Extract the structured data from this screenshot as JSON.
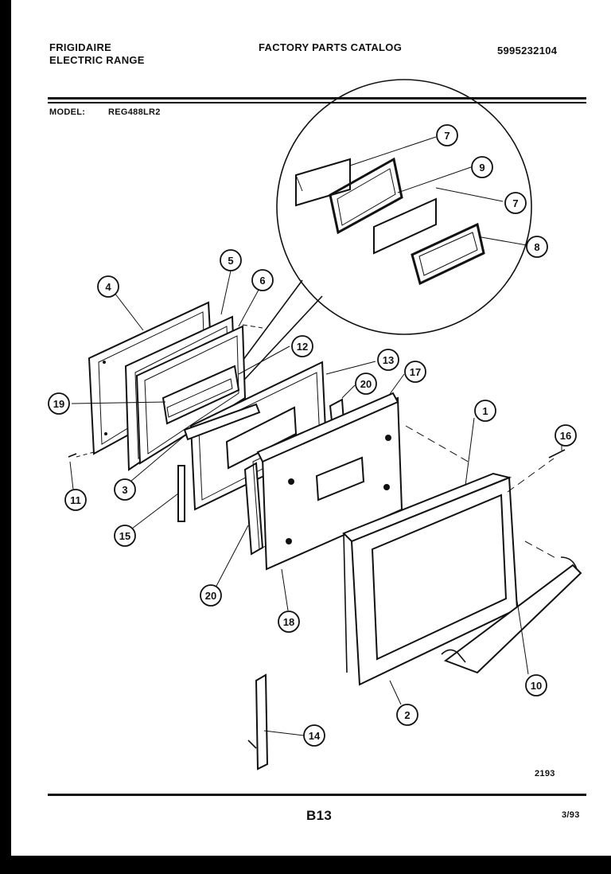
{
  "header": {
    "brand": "FRIGIDAIRE",
    "product": "ELECTRIC RANGE",
    "catalog_title": "FACTORY PARTS CATALOG",
    "catalog_number": "5995232104",
    "model_label": "MODEL:",
    "model_value": "REG488LR2"
  },
  "callouts": [
    "7",
    "9",
    "7",
    "8",
    "5",
    "6",
    "4",
    "12",
    "13",
    "20",
    "17",
    "19",
    "1",
    "16",
    "3",
    "11",
    "15",
    "20",
    "18",
    "10",
    "2",
    "14"
  ],
  "footer": {
    "figure_number": "2193",
    "page_code": "B13",
    "date": "3/93"
  }
}
